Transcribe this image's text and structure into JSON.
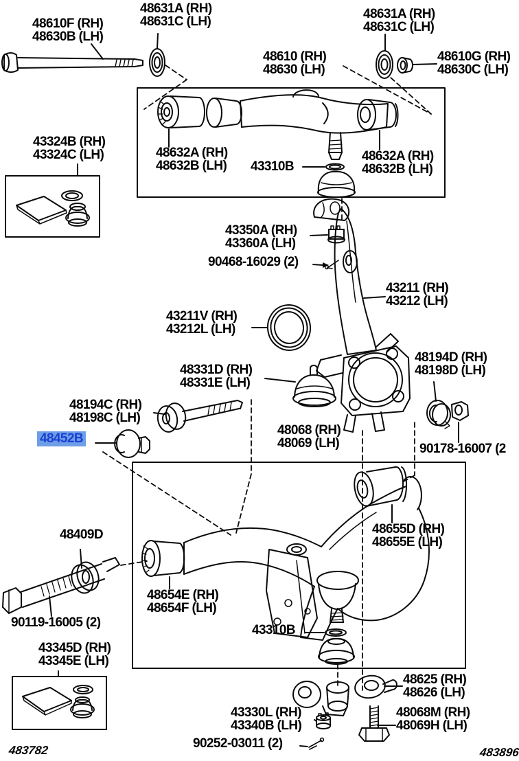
{
  "page": {
    "footer_code_left": "483782",
    "footer_code_right": "483896"
  },
  "colors": {
    "line": "#0a0a0a",
    "highlight_bg": "#6e9fe6",
    "highlight_text": "#1c3fd4"
  },
  "labels": {
    "upper_shaft_bolt": {
      "line1": "48610F (RH)",
      "line2": "48630B (LH)"
    },
    "upper_retainer_left": {
      "line1": "48631A (RH)",
      "line2": "48631C (LH)"
    },
    "upper_retainer_right": {
      "line1": "48631A (RH)",
      "line2": "48631C (LH)"
    },
    "upper_arm": {
      "line1": "48610 (RH)",
      "line2": "48630 (LH)"
    },
    "upper_shaft_nut": {
      "line1": "48610G (RH)",
      "line2": "48630C (LH)"
    },
    "upper_balljoint_kit": {
      "line1": "43324B (RH)",
      "line2": "43324C (LH)"
    },
    "upper_bushing_left": {
      "line1": "48632A (RH)",
      "line2": "48632B (LH)"
    },
    "upper_balljoint_ring": {
      "line1": "43310B"
    },
    "upper_bushing_right": {
      "line1": "48632A (RH)",
      "line2": "48632B (LH)"
    },
    "knuckle_castle_nut": {
      "line1": "43350A (RH)",
      "line2": "43360A (LH)"
    },
    "knuckle_cotter_pin": {
      "line1": "90468-16029 (2)"
    },
    "steering_knuckle": {
      "line1": "43211 (RH)",
      "line2": "43212 (LH)"
    },
    "knuckle_oil_seal": {
      "line1": "43211V (RH)",
      "line2": "43212L (LH)"
    },
    "lower_balljoint_cover": {
      "line1": "48331D (RH)",
      "line2": "48331E (LH)"
    },
    "camber_bolt_front": {
      "line1": "48194C (RH)",
      "line2": "48198C (LH)"
    },
    "camber_cam_selected": {
      "line1": "48452B"
    },
    "camber_cam_rear": {
      "line1": "48194D (RH)",
      "line2": "48198D (LH)"
    },
    "lower_arm": {
      "line1": "48068 (RH)",
      "line2": "48069 (LH)"
    },
    "camber_nut": {
      "line1": "90178-16007 (2"
    },
    "lower_bushing_front": {
      "line1": "48654E (RH)",
      "line2": "48654F (LH)"
    },
    "lower_bushing_rear": {
      "line1": "48655D (RH)",
      "line2": "48655E (LH)"
    },
    "lower_balljoint_ring": {
      "line1": "43310B"
    },
    "lower_cam_plate": {
      "line1": "48409D"
    },
    "lower_arm_bolt": {
      "line1": "90119-16005 (2)"
    },
    "lower_balljoint_kit": {
      "line1": "43345D (RH)",
      "line2": "43345E (LH)"
    },
    "knuckle_arm": {
      "line1": "48625 (RH)",
      "line2": "48626 (LH)"
    },
    "knuckle_arm_nut": {
      "line1": "43330L (RH)",
      "line2": "43340B (LH)"
    },
    "knuckle_arm_bolt": {
      "line1": "48068M (RH)",
      "line2": "48069H (LH)"
    },
    "knuckle_arm_pin": {
      "line1": "90252-03011 (2)"
    }
  }
}
